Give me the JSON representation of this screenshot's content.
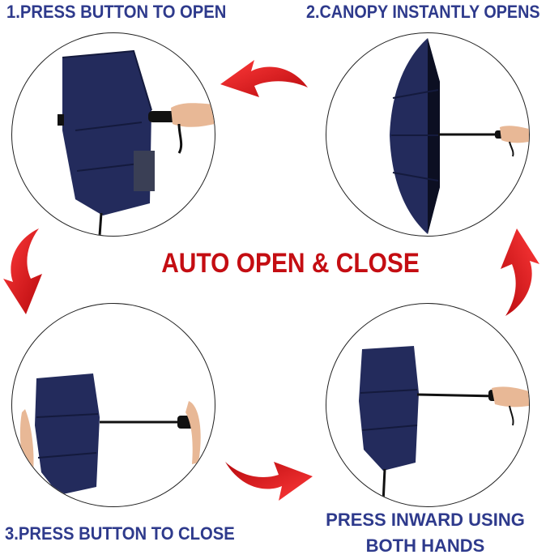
{
  "steps": [
    {
      "label": "1.PRESS BUTTON TO OPEN"
    },
    {
      "label": "2.CANOPY INSTANTLY OPENS"
    },
    {
      "label": "3.PRESS BUTTON TO CLOSE"
    },
    {
      "label": "PRESS INWARD USING BOTH HANDS"
    }
  ],
  "headline": "AUTO OPEN & CLOSE",
  "colors": {
    "caption": "#2e3a8c",
    "headline": "#c40d12",
    "arrow": "#e0161b",
    "canopy": "#232b5c"
  }
}
